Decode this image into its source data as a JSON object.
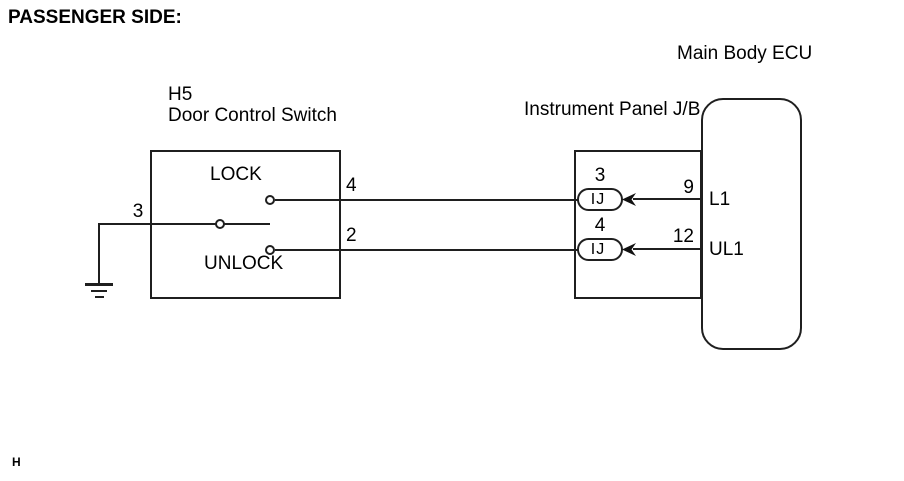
{
  "page": {
    "title": "PASSENGER SIDE:",
    "footer_mark": "H",
    "colors": {
      "line": "#1f1f1f",
      "text": "#000000",
      "background": "#ffffff"
    }
  },
  "door_control_switch": {
    "connector_code": "H5",
    "name": "Door Control Switch",
    "lock_label": "LOCK",
    "unlock_label": "UNLOCK",
    "pin_common": "3",
    "pin_lock": "4",
    "pin_unlock": "2"
  },
  "junction_block": {
    "name": "Instrument Panel J/B",
    "connectors": [
      {
        "pin": "3",
        "code": "IJ"
      },
      {
        "pin": "4",
        "code": "IJ"
      }
    ]
  },
  "ecu": {
    "name": "Main Body ECU",
    "rows": [
      {
        "pin": "9",
        "terminal": "L1"
      },
      {
        "pin": "12",
        "terminal": "UL1"
      }
    ]
  },
  "icons": {
    "ground": "ground-icon",
    "arrow": "left-arrowhead-icon"
  }
}
